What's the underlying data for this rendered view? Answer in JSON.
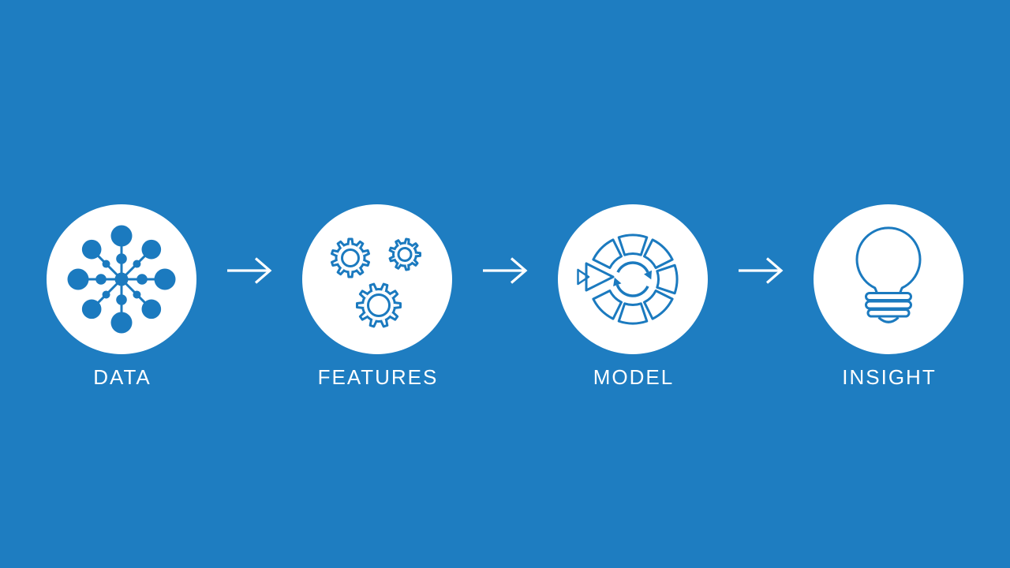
{
  "slide": {
    "background_color": "#1E7DC1",
    "accent_color": "#1B7ABF",
    "text_color": "#FFFFFF",
    "arrow_color": "#FFFFFF"
  },
  "steps": [
    {
      "label": "DATA",
      "icon": "network-hub-icon"
    },
    {
      "label": "FEATURES",
      "icon": "gears-icon"
    },
    {
      "label": "MODEL",
      "icon": "model-cycle-icon"
    },
    {
      "label": "INSIGHT",
      "icon": "lightbulb-icon"
    }
  ],
  "connectors": [
    {
      "icon": "right-arrow-icon"
    },
    {
      "icon": "right-arrow-icon"
    },
    {
      "icon": "right-arrow-icon"
    }
  ]
}
